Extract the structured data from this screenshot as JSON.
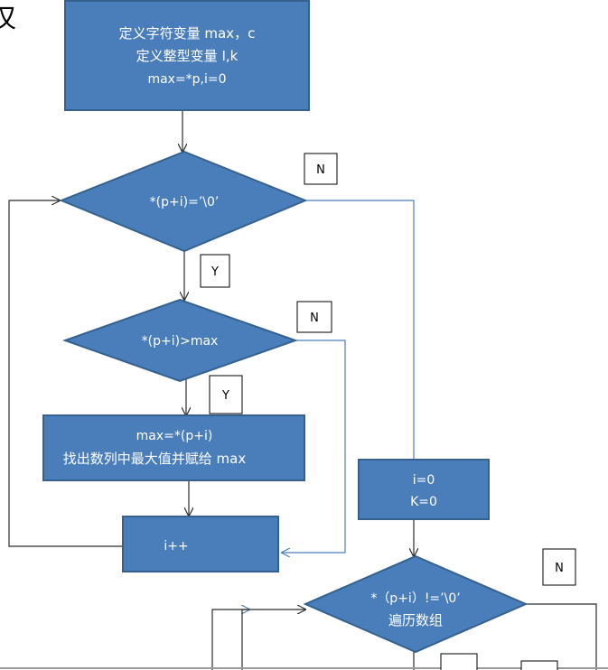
{
  "corner_text": "仅",
  "nodes": {
    "init": {
      "line1": "定义字符变量 max，c",
      "line2": "定义整型变量 I,k",
      "line3": "max=*p,i=0"
    },
    "cond_end": {
      "text": "*(p+i)=’\\0’"
    },
    "cond_max": {
      "text": "*(p+i)>max"
    },
    "assign_max": {
      "line1": "max=*(p+i)",
      "line2": "找出数列中最大值并赋给 max"
    },
    "increment": {
      "text": "i++"
    },
    "reset": {
      "line1": "i=0",
      "line2": "K=0"
    },
    "traverse": {
      "line1": "*（p+i）!=’\\0’",
      "line2": "遍历数组"
    }
  },
  "branch_labels": {
    "cond_end_n": "N",
    "cond_end_y": "Y",
    "cond_max_n": "N",
    "cond_max_y": "Y",
    "traverse_n": "N"
  },
  "colors": {
    "shape_fill": "#4a7ebb",
    "shape_stroke": "#35618f",
    "connector": "#2b2b2b",
    "connector_blue": "#4a7ebb"
  }
}
